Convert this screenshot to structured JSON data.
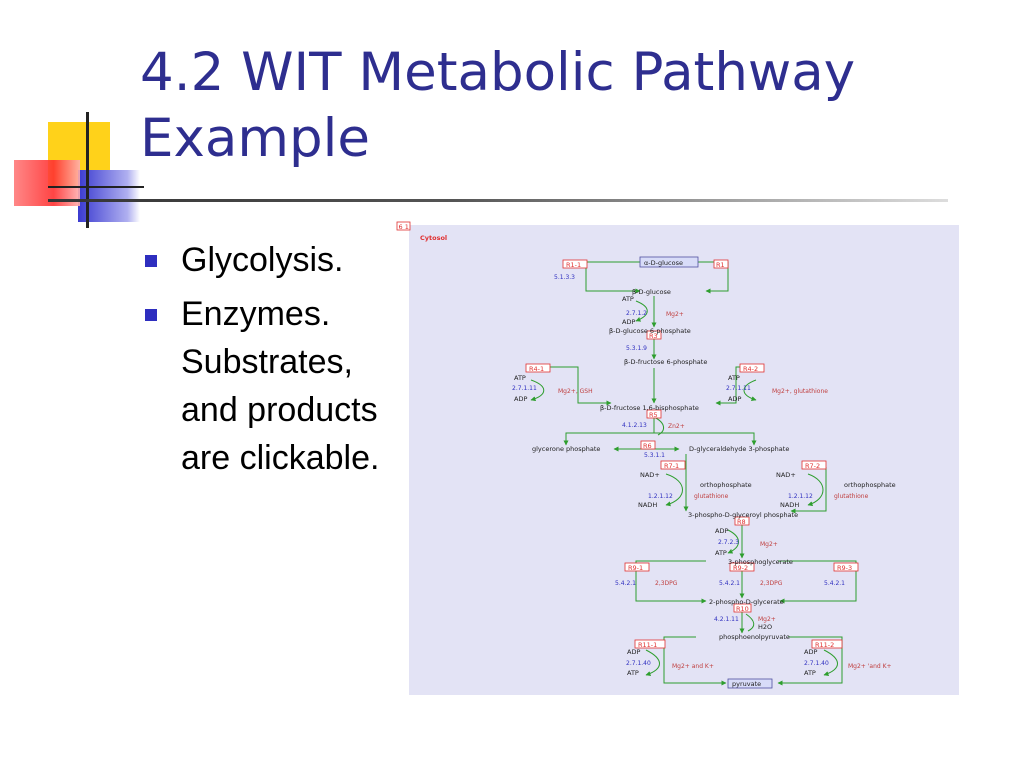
{
  "slide": {
    "title_line1": "4.2 WIT Metabolic Pathway",
    "title_line2": "Example",
    "bullets": [
      "Glycolysis.",
      "Enzymes. Substrates, and products are clickable."
    ]
  },
  "colors": {
    "title": "#2e2e8f",
    "bullet": "#2e2ebf",
    "diagram_bg": "#e3e3f5",
    "arrow": "#2e9e2e",
    "reaction_box": "#e03030",
    "ec_number": "#3030c0",
    "cofactor": "#c04040"
  },
  "diagram": {
    "corner_tag": "6 1",
    "compartment": "Cytosol",
    "reactions": {
      "r1_left": "R1-1",
      "r1_right": "R1",
      "r3": "R3",
      "r4_left": "R4-1",
      "r4_right": "R4-2",
      "r5": "R5",
      "r6": "R6",
      "r7_left": "R7-1",
      "r7_right": "R7-2",
      "r8": "R8",
      "r9_left": "R9-1",
      "r9_mid": "R9-2",
      "r9_right": "R9-3",
      "r10": "R10",
      "r11_left": "R11-1",
      "r11_right": "R11-2"
    },
    "metabolites": {
      "alpha_glucose": "α-D-glucose",
      "beta_glucose": "β-D-glucose",
      "g6p": "β-D-glucose 6-phosphate",
      "f6p": "β-D-fructose 6-phosphate",
      "f16bp": "β-D-fructose 1,6-bisphosphate",
      "dhap": "glycerone phosphate",
      "gap": "D-glyceraldehyde 3-phosphate",
      "bpg": "3-phospho-D-glyceroyl phosphate",
      "pg3": "3-phosphoglycerate",
      "pg2": "2-phospho-D-glycerate",
      "pep": "phosphoenolpyruvate",
      "pyruvate": "pyruvate",
      "orthophosphate": "orthophosphate",
      "atp": "ATP",
      "adp": "ADP",
      "nad": "NAD+",
      "nadh": "NADH",
      "h2o": "H2O"
    },
    "enzymes": {
      "e5133": "5.1.3.3",
      "e2712": "2.7.1.2",
      "e5319": "5.3.1.9",
      "e27111": "2.7.1.11",
      "e41213": "4.1.2.13",
      "e5311": "5.3.1.1",
      "e12112": "1.2.1.12",
      "e2723": "2.7.2.3",
      "e5421": "5.4.2.1",
      "e42111": "4.2.1.11",
      "e27140": "2.7.1.40"
    },
    "cofactors": {
      "mg": "Mg2+",
      "mg_gsh": "Mg2+, GSH",
      "mg_glut": "Mg2+, glutathione",
      "zn": "Zn2+",
      "glutathione": "glutathione",
      "dpg": "2,3DPG",
      "mg_k": "Mg2+ and K+",
      "mg_k2": "Mg2+ 'and K+"
    }
  }
}
